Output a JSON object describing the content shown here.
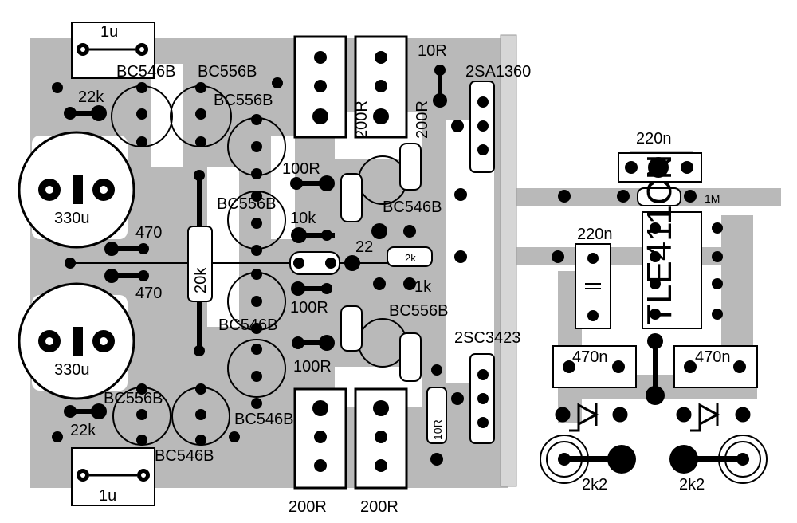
{
  "title": "",
  "colors": {
    "copper": "#b9b9b9",
    "background": "#ffffff",
    "ink": "#000000",
    "pad_ring": "#000000",
    "heatsink": "#d6d6d6"
  },
  "labels": {
    "c_top": "1u",
    "c_bottom": "1u",
    "r22k_top": "22k",
    "r22k_bottom": "22k",
    "t_bc546b_1": "BC546B",
    "t_bc556b_1": "BC556B",
    "t_bc556b_2": "BC556B",
    "t_bc556b_3": "BC556B",
    "t_bc546b_2": "BC546B",
    "t_bc546b_3": "BC546B",
    "t_bc556b_4": "BC556B",
    "t_bc556b_5": "BC556B",
    "t_bc546b_4": "BC546B",
    "t_bc546b_5": "BC546B",
    "cap330_top": "330u",
    "cap330_bottom": "330u",
    "r470_top": "470",
    "r470_bottom": "470",
    "r20k": "20k",
    "r100_1": "100R",
    "r100_2": "100R",
    "r100_3": "100R",
    "r10k": "10k",
    "r22": "22",
    "r2k": "2k",
    "r1k": "1k",
    "pot200_1": "200R",
    "pot200_2": "200R",
    "pot200_3": "200R",
    "pot200_4": "200R",
    "r10_top": "10R",
    "r10_bottom": "10R",
    "q_2sa1360": "2SA1360",
    "q_2sc3423": "2SC3423",
    "c220n_top": "220n",
    "c220n_mid": "220n",
    "r1m": "1M",
    "ic": "TLE411CN",
    "c470n_left": "470n",
    "c470n_right": "470n",
    "r2k2_left": "2k2",
    "r2k2_right": "2k2"
  }
}
